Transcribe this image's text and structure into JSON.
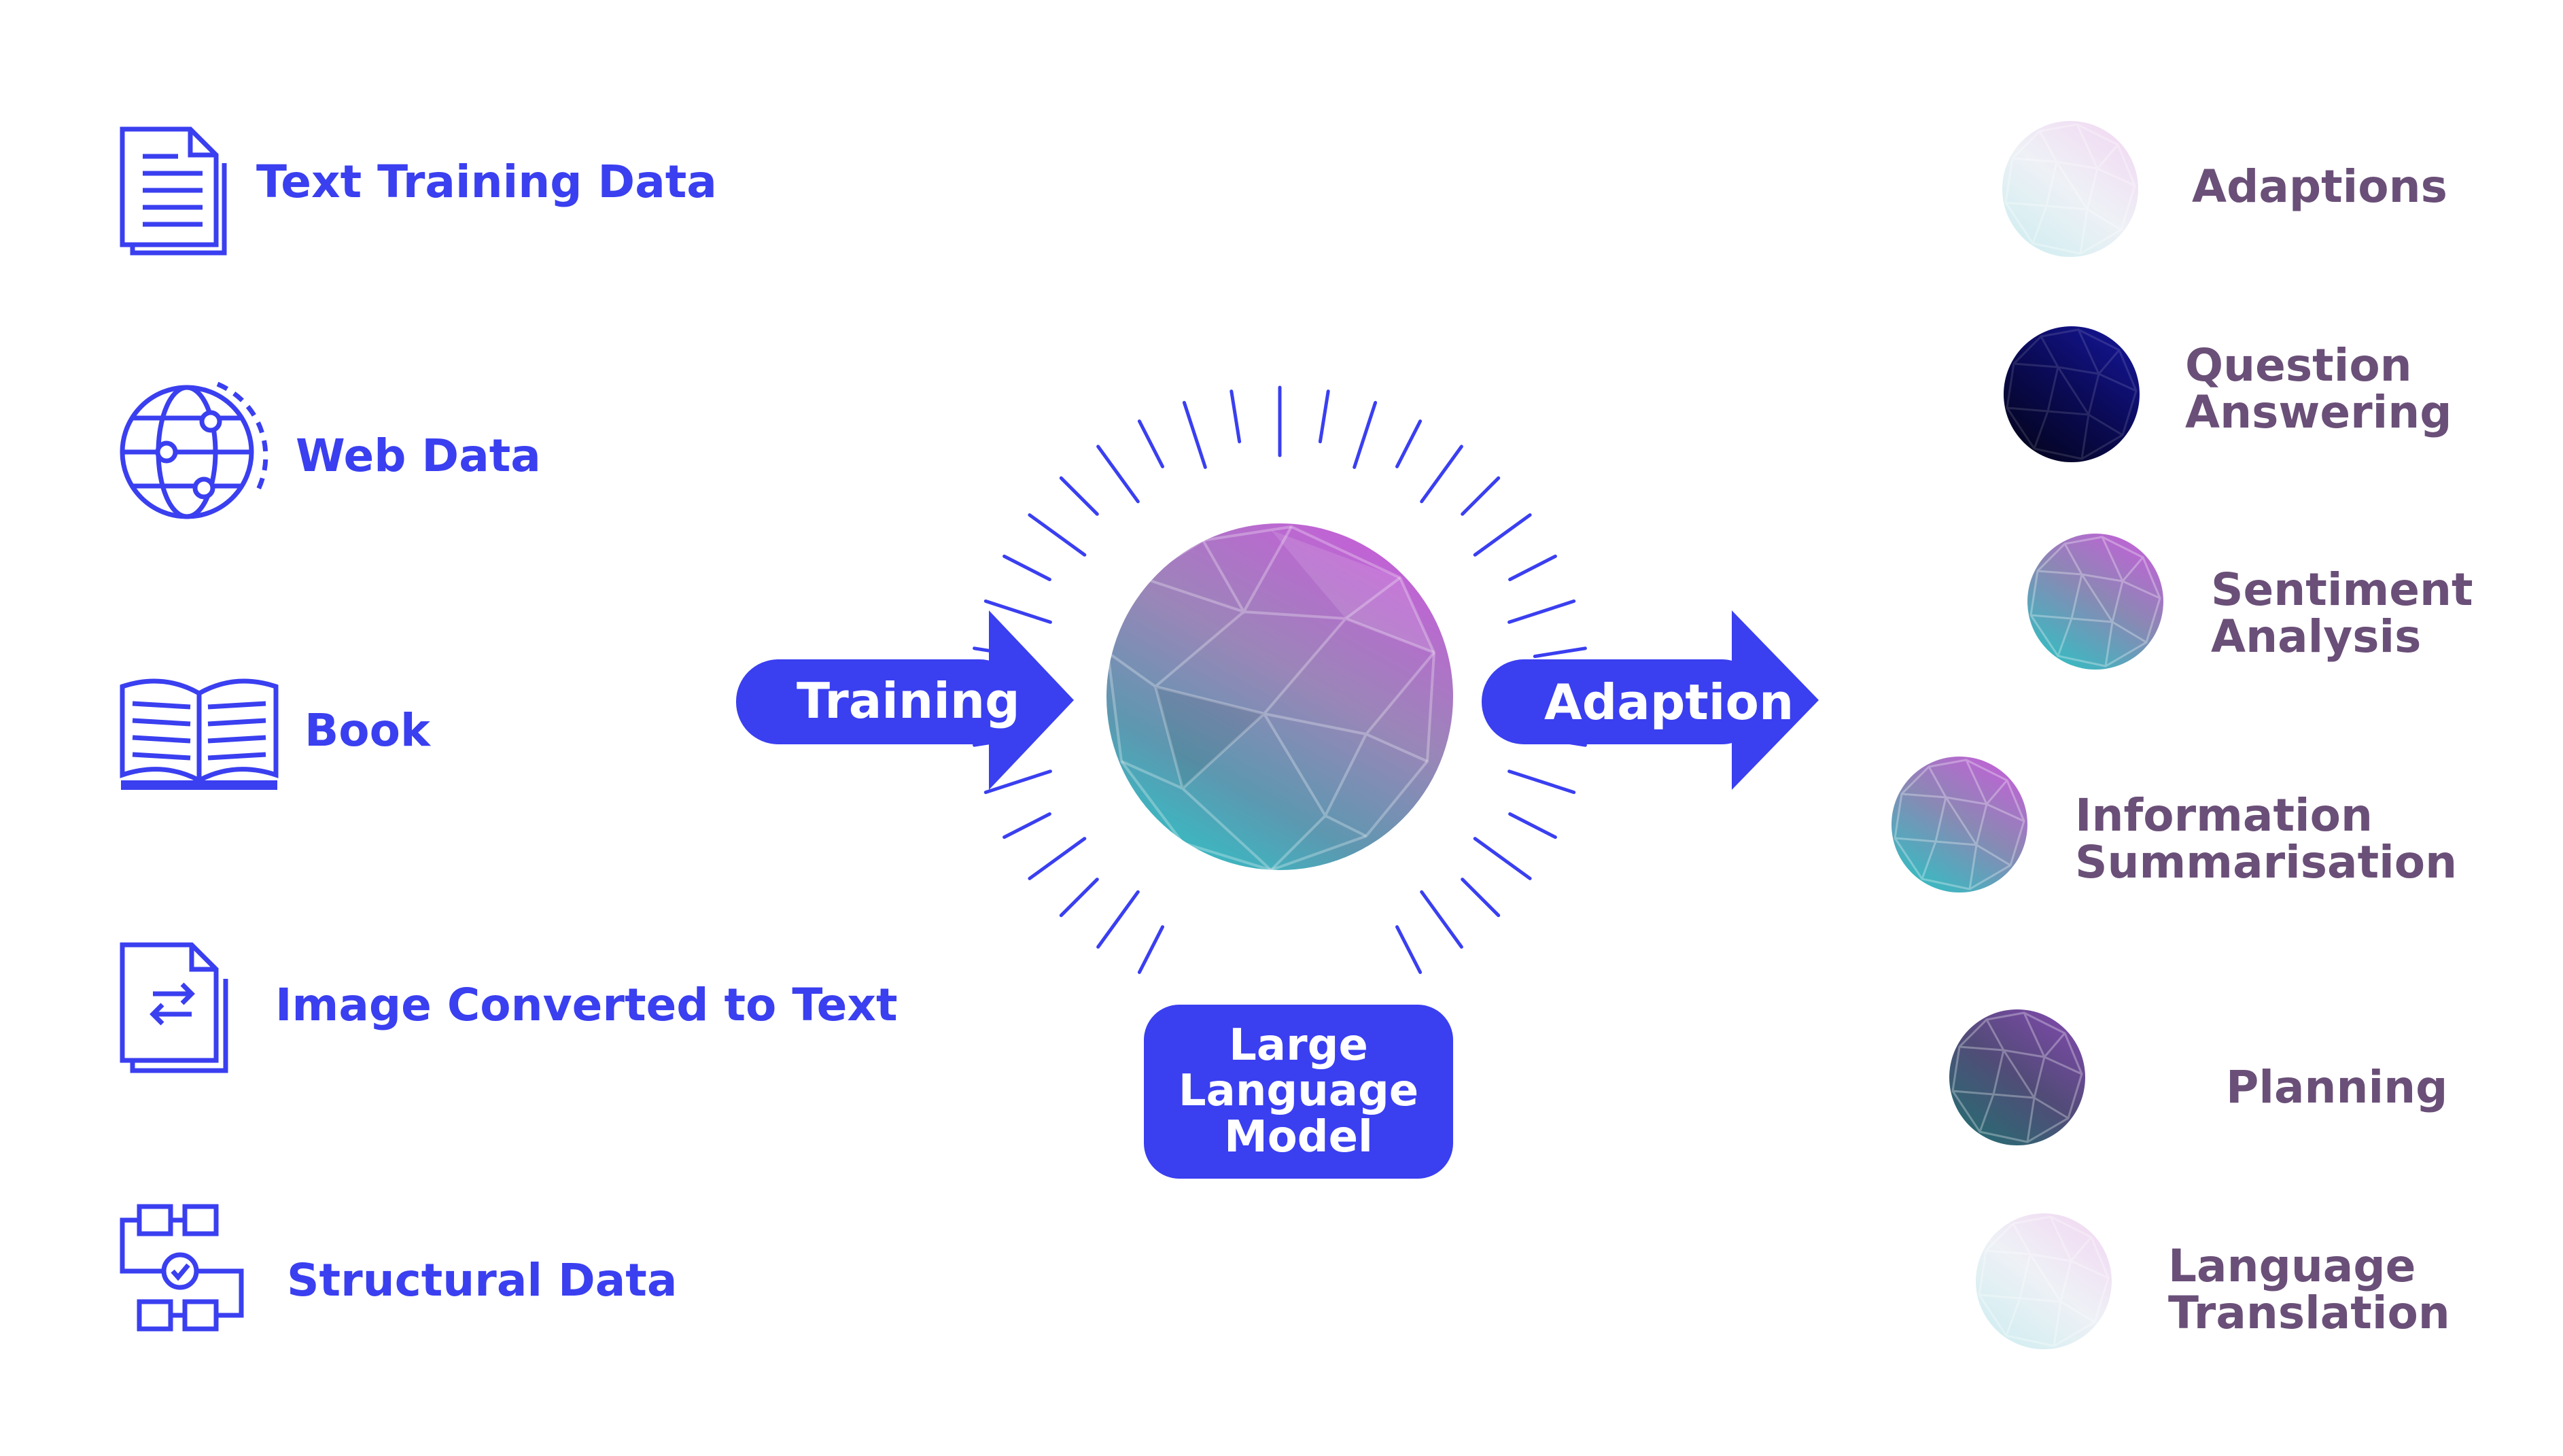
{
  "inputs": [
    {
      "label": "Text Training Data",
      "icon": "document-icon"
    },
    {
      "label": "Web Data",
      "icon": "globe-icon"
    },
    {
      "label": "Book",
      "icon": "book-icon"
    },
    {
      "label": "Image Converted to Text",
      "icon": "file-convert-icon"
    },
    {
      "label": "Structural Data",
      "icon": "structure-flow-icon"
    }
  ],
  "arrows": {
    "training": "Training",
    "adaption": "Adaption"
  },
  "model": {
    "line1": "Large",
    "line2": "Language",
    "line3": "Model"
  },
  "outputs": [
    {
      "line1": "Adaptions",
      "line2": ""
    },
    {
      "line1": "Question",
      "line2": "Answering"
    },
    {
      "line1": "Sentiment",
      "line2": "Analysis"
    },
    {
      "line1": "Information",
      "line2": "Summarisation"
    },
    {
      "line1": "Planning",
      "line2": ""
    },
    {
      "line1": "Language",
      "line2": "Translation"
    }
  ],
  "colors": {
    "accent_blue": "#3a3ff0",
    "output_text": "#6a4f78",
    "sphere_pink": "#c266d6",
    "sphere_teal": "#4fb3be",
    "sphere_dark": "#0a0a55"
  }
}
